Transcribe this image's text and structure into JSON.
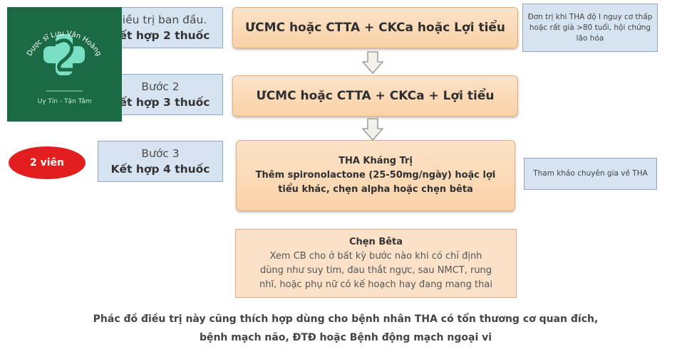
{
  "logo": {
    "name": "Dược sĩ Lưu Văn Hoàng",
    "slogan": "Uy Tín - Tận Tâm"
  },
  "steps": [
    {
      "label": "Điều trị ban đầu.",
      "sub": "Kết hợp 2 thuốc"
    },
    {
      "label": "Bước 2",
      "sub": "Kết hợp 3 thuốc"
    },
    {
      "label": "Bước 3",
      "sub": "Kết hợp 4 thuốc"
    }
  ],
  "regimens": {
    "r1": "ƯCMC hoặc CTTA + CKCa hoặc  Lợi tiểu",
    "r2": "ƯCMC hoặc CTTA + CKCa + Lợi tiểu",
    "r3_title": "THA Kháng Trị",
    "r3_line1": "Thêm spironolactone (25-50mg/ngày) hoặc lợi",
    "r3_line2": "tiểu khác, chẹn alpha hoặc chẹn bêta"
  },
  "notes": {
    "n1": "Đơn trị khi THA độ I nguy cơ thấp hoặc rất già >80 tuổi, hội chứng lão hóa",
    "n2": "Tham khảo chuyên gia về THA"
  },
  "pill": "2 viên",
  "beta": {
    "title": "Chẹn Bêta",
    "line1": "Xem CB cho ở bất kỳ bước nào khi có chỉ định",
    "line2": "dùng như suy tim, đau thắt ngực, sau NMCT, rung",
    "line3": "nhĩ, hoặc phụ nữ có kế hoạch hay đang mang thai"
  },
  "footer": {
    "line1": "Phác đồ điều trị này cũng thích hợp dùng cho  bệnh nhân THA có tổn thương cơ quan đích,",
    "line2": "bệnh mạch não, ĐTĐ hoặc Bệnh động mạch ngoại vi"
  }
}
